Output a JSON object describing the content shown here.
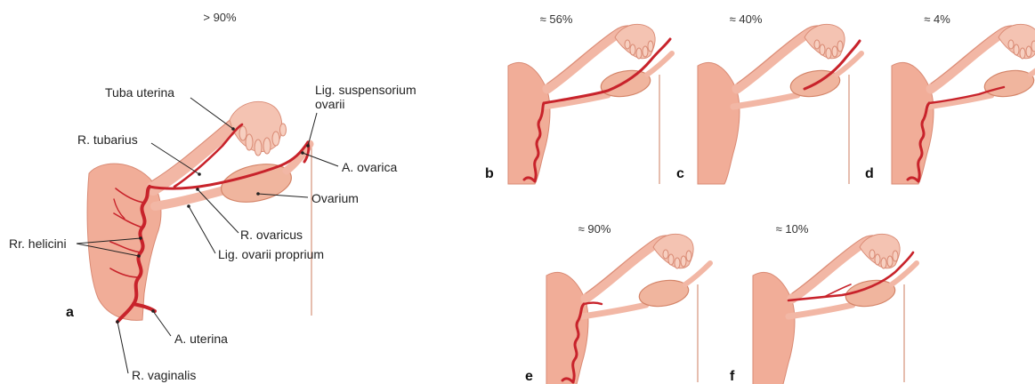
{
  "panel_a": {
    "letter": "a",
    "percentage": "> 90%",
    "labels": {
      "tuba_uterina": "Tuba uterina",
      "lig_suspensorium_1": "Lig. suspensorium",
      "lig_suspensorium_2": "ovarii",
      "r_tubarius": "R. tubarius",
      "a_ovarica": "A. ovarica",
      "ovarium": "Ovarium",
      "r_ovaricus": "R. ovaricus",
      "rr_helicini": "Rr. helicini",
      "lig_ovarii_proprium": "Lig. ovarii proprium",
      "a_uterina": "A. uterina",
      "r_vaginalis": "R. vaginalis"
    }
  },
  "variants": [
    {
      "letter": "b",
      "percentage": "≈ 56%"
    },
    {
      "letter": "c",
      "percentage": "≈ 40%"
    },
    {
      "letter": "d",
      "percentage": "≈ 4%"
    },
    {
      "letter": "e",
      "percentage": "≈ 90%"
    },
    {
      "letter": "f",
      "percentage": "≈ 10%"
    }
  ],
  "colors": {
    "artery": "#c8232b",
    "tissue": "#f1ad98",
    "ovary": "#f0b59e"
  }
}
